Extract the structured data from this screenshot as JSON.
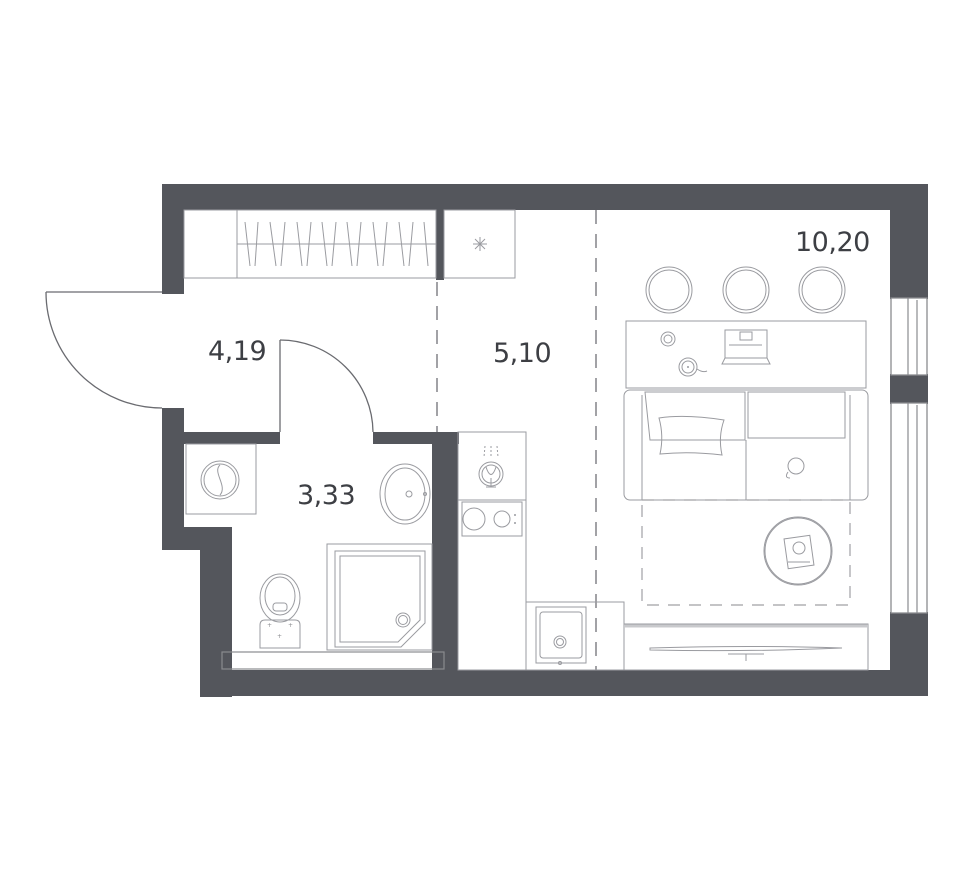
{
  "plan": {
    "type": "studio apartment floor plan",
    "colors": {
      "wall": "#54565c",
      "line": "#8a8b8f",
      "label": "#3d3f44",
      "background": "#ffffff"
    },
    "rooms": [
      {
        "id": "hallway",
        "area": "4,19"
      },
      {
        "id": "bathroom",
        "area": "3,33"
      },
      {
        "id": "kitchen",
        "area": "5,10"
      },
      {
        "id": "living-room",
        "area": "10,20"
      }
    ],
    "icons": {
      "fridge": "snowflake-icon",
      "washing_machine": "washing-machine-icon",
      "wardrobe": "wardrobe-icon",
      "toilet": "toilet-icon",
      "sink": "sink-icon",
      "shower": "shower-tray-icon",
      "cooktop": "cooktop-icon",
      "hood": "range-hood-icon",
      "kitchen_sink": "kitchen-sink-icon",
      "chairs": "chair-icon",
      "desk": "desk-icon",
      "laptop": "laptop-icon",
      "sofa": "sofa-icon",
      "coffee_table": "coffee-table-icon",
      "tv": "tv-icon",
      "rug": "rug-outline"
    }
  }
}
